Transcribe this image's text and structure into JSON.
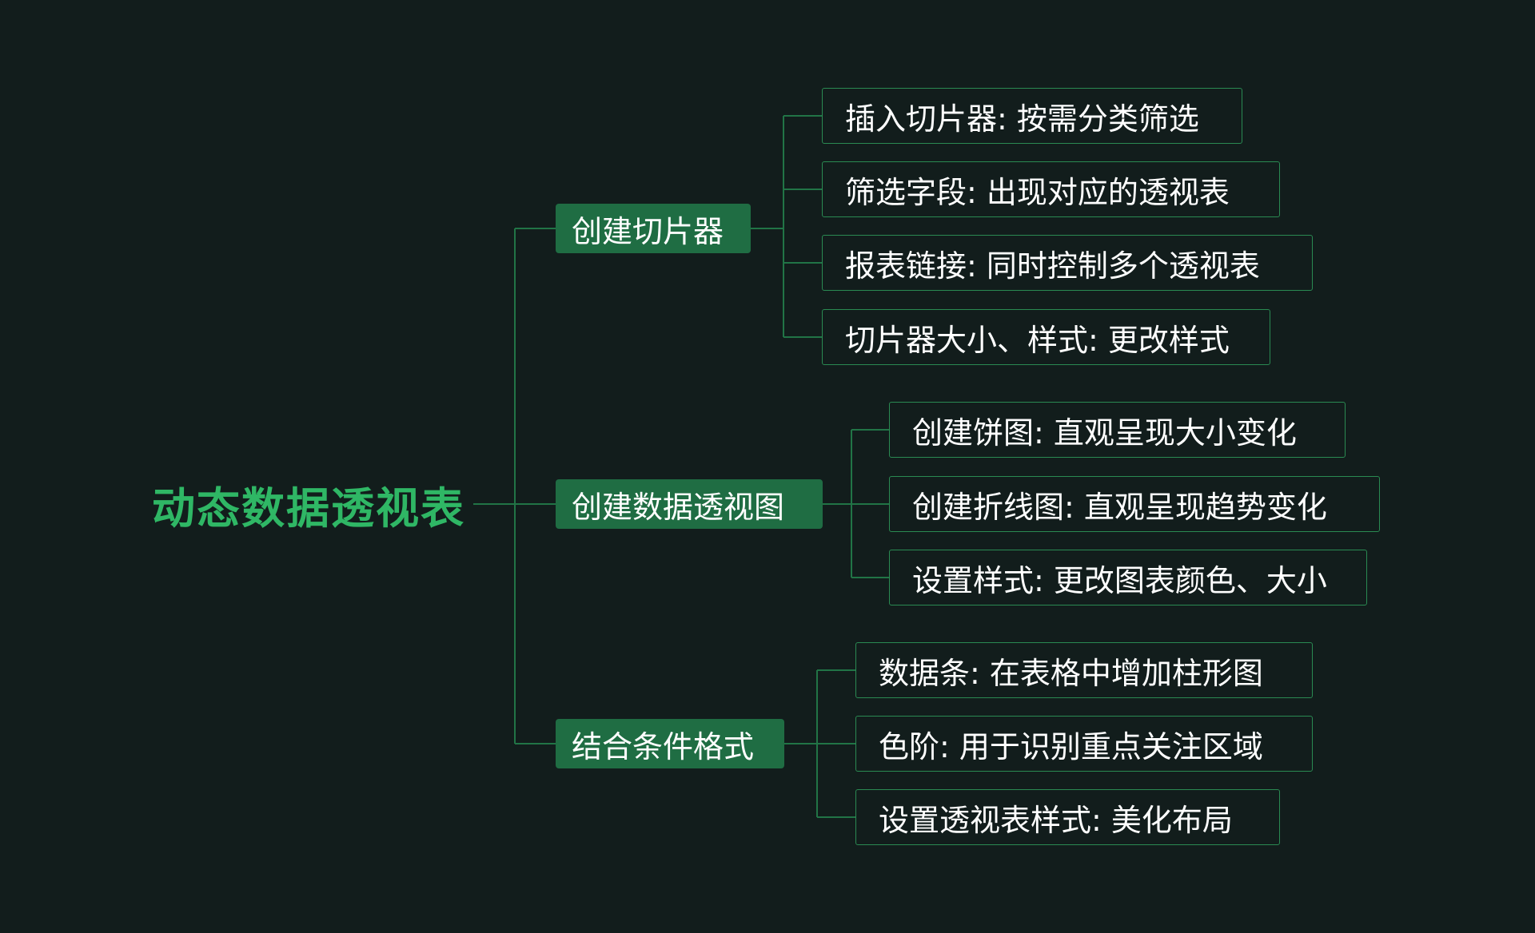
{
  "mindmap": {
    "root": "动态数据透视表",
    "branches": [
      {
        "label": "创建切片器",
        "items": [
          "插入切片器: 按需分类筛选",
          "筛选字段: 出现对应的透视表",
          "报表链接: 同时控制多个透视表",
          "切片器大小、样式: 更改样式"
        ]
      },
      {
        "label": "创建数据透视图",
        "items": [
          "创建饼图: 直观呈现大小变化",
          "创建折线图: 直观呈现趋势变化",
          "设置样式: 更改图表颜色、大小"
        ]
      },
      {
        "label": "结合条件格式",
        "items": [
          "数据条: 在表格中增加柱形图",
          "色阶: 用于识别重点关注区域",
          "设置透视表样式: 美化布局"
        ]
      }
    ]
  },
  "colors": {
    "background": "#121d1c",
    "root_text": "#2fb765",
    "branch_fill": "#1f6d43",
    "connector": "#217446",
    "leaf_border": "#2a8a52"
  }
}
